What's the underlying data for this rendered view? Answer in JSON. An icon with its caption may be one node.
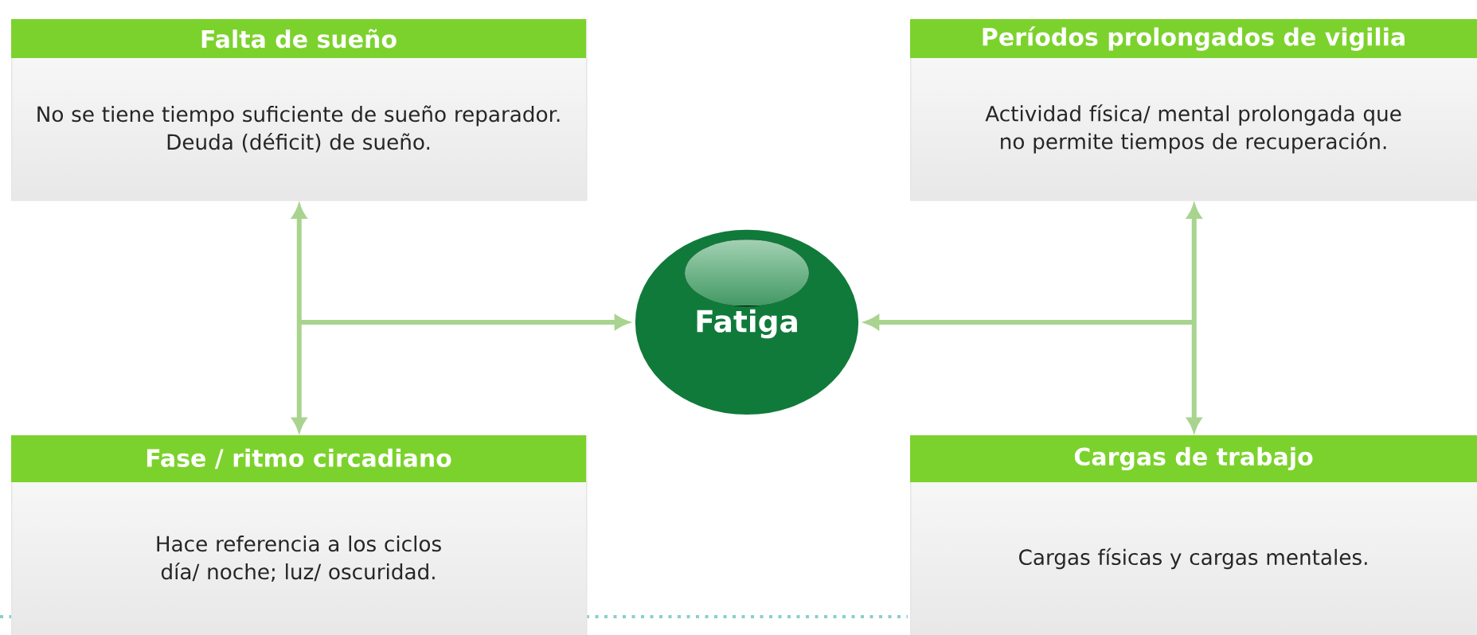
{
  "diagram": {
    "nodes": [
      {
        "text": [
          "Falta de sueño",
          "No se tiene tiempo suficiente de sueño reparador.",
          "Deuda (déficit) de sueño."
        ]
      },
      {
        "text": [
          "Períodos prolongados de vigilia",
          "Actividad física/ mental prolongada que no permite tiempos de recuperación."
        ]
      },
      {
        "text": [
          "Fatiga"
        ]
      },
      {
        "text": [
          "Fase / ritmo circadiano",
          "Hace referencia a los ciclos día/ noche; luz/ oscuridad."
        ]
      },
      {
        "text": [
          "Cargas de trabajo",
          "Cargas físicas y cargas mentales."
        ]
      }
    ],
    "edges": [
      {
        "from": 0,
        "to": 3,
        "arrow": "both"
      },
      {
        "from": null,
        "to": 2,
        "arrow": "to"
      },
      {
        "from": 1,
        "to": 4,
        "arrow": "both"
      },
      {
        "from": null,
        "to": 2,
        "arrow": "to"
      }
    ]
  }
}
